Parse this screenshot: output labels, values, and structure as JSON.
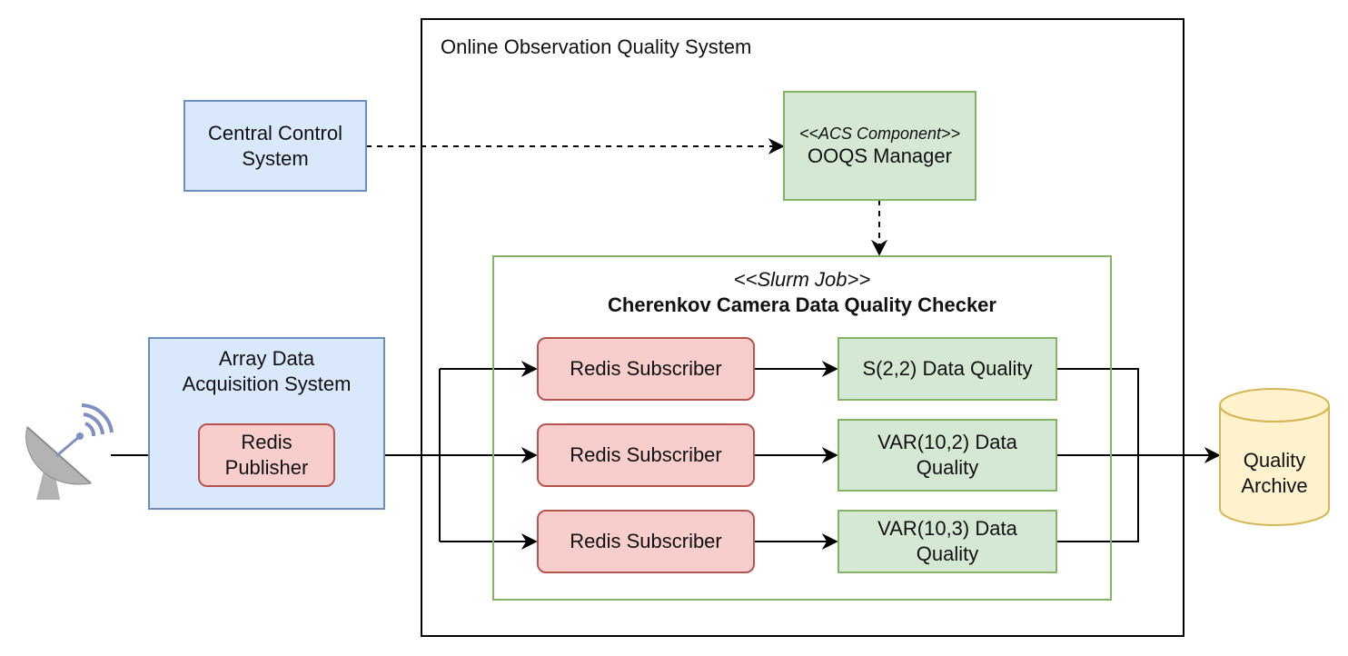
{
  "oqs": {
    "title": "Online Observation Quality System"
  },
  "central_control": {
    "line1": "Central Control",
    "line2": "System"
  },
  "manager": {
    "stereotype": "<<ACS Component>>",
    "name": "OOQS Manager"
  },
  "checker": {
    "stereotype": "<<Slurm Job>>",
    "name": "Cherenkov Camera Data Quality Checker"
  },
  "adas": {
    "line1": "Array Data",
    "line2": "Acquisition System"
  },
  "publisher": {
    "line1": "Redis",
    "line2": "Publisher"
  },
  "subscribers": [
    {
      "label": "Redis Subscriber"
    },
    {
      "label": "Redis Subscriber"
    },
    {
      "label": "Redis Subscriber"
    }
  ],
  "quality_checks": [
    {
      "line1": "S(2,2) Data Quality",
      "line2": ""
    },
    {
      "line1": "VAR(10,2) Data",
      "line2": "Quality"
    },
    {
      "line1": "VAR(10,3) Data",
      "line2": "Quality"
    }
  ],
  "archive": {
    "line1": "Quality",
    "line2": "Archive"
  },
  "icons": {
    "antenna": "satellite-dish-icon",
    "archive": "database-cylinder-icon"
  },
  "colors": {
    "blue_fill": "#dae8fc",
    "blue_stroke": "#6c8ebf",
    "green_fill": "#d5e8d4",
    "green_stroke": "#82b366",
    "red_fill": "#f8cecc",
    "red_stroke": "#b85450",
    "yellow_fill": "#fff2cc",
    "yellow_stroke": "#d6b656"
  }
}
